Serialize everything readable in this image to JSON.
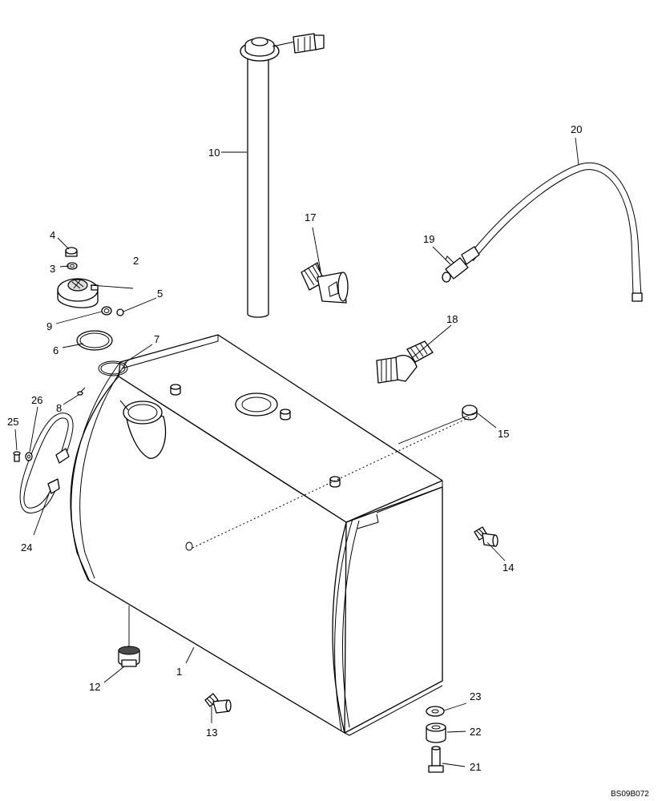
{
  "drawing": {
    "reference_code": "BS09B072",
    "callouts": {
      "c1": "1",
      "c2": "2",
      "c3": "3",
      "c4": "4",
      "c5": "5",
      "c6": "6",
      "c7": "7",
      "c8": "8",
      "c9": "9",
      "c10": "10",
      "c12": "12",
      "c13": "13",
      "c14": "14",
      "c15": "15",
      "c17": "17",
      "c18": "18",
      "c19": "19",
      "c20": "20",
      "c21": "21",
      "c22": "22",
      "c23": "23",
      "c24": "24",
      "c25": "25",
      "c26": "26"
    }
  }
}
